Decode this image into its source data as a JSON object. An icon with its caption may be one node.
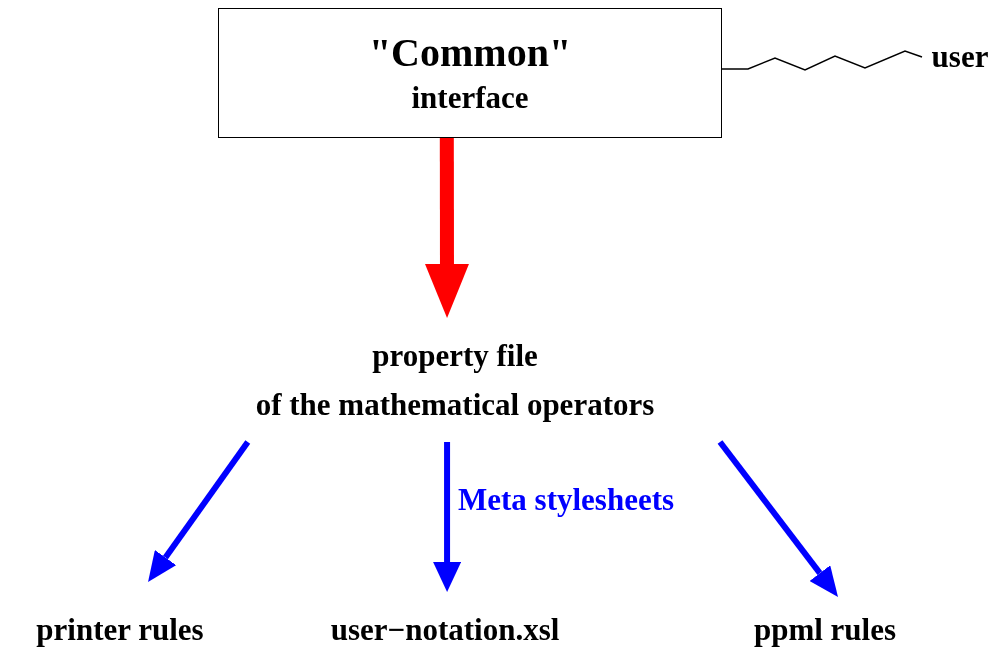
{
  "diagram": {
    "nodes": [
      {
        "text": [
          "\"Common\"",
          "interface"
        ]
      },
      {
        "text": [
          "user"
        ]
      },
      {
        "text": [
          "property file",
          "of the mathematical operators"
        ]
      },
      {
        "text": [
          "printer rules"
        ]
      },
      {
        "text": [
          "user−notation.xsl"
        ]
      },
      {
        "text": [
          "ppml rules"
        ]
      }
    ],
    "edges": [
      {
        "from": 1,
        "to": 0,
        "arrow": "none",
        "color": "#000000"
      },
      {
        "from": 0,
        "to": 2,
        "arrow": "to",
        "style": "thick",
        "color": "#ff0000"
      },
      {
        "from": 2,
        "to": 3,
        "arrow": "to"
      },
      {
        "from": 2,
        "to": 4,
        "arrow": "to",
        "label": "Meta stylesheets"
      },
      {
        "from": 2,
        "to": 5,
        "arrow": "to"
      }
    ]
  }
}
